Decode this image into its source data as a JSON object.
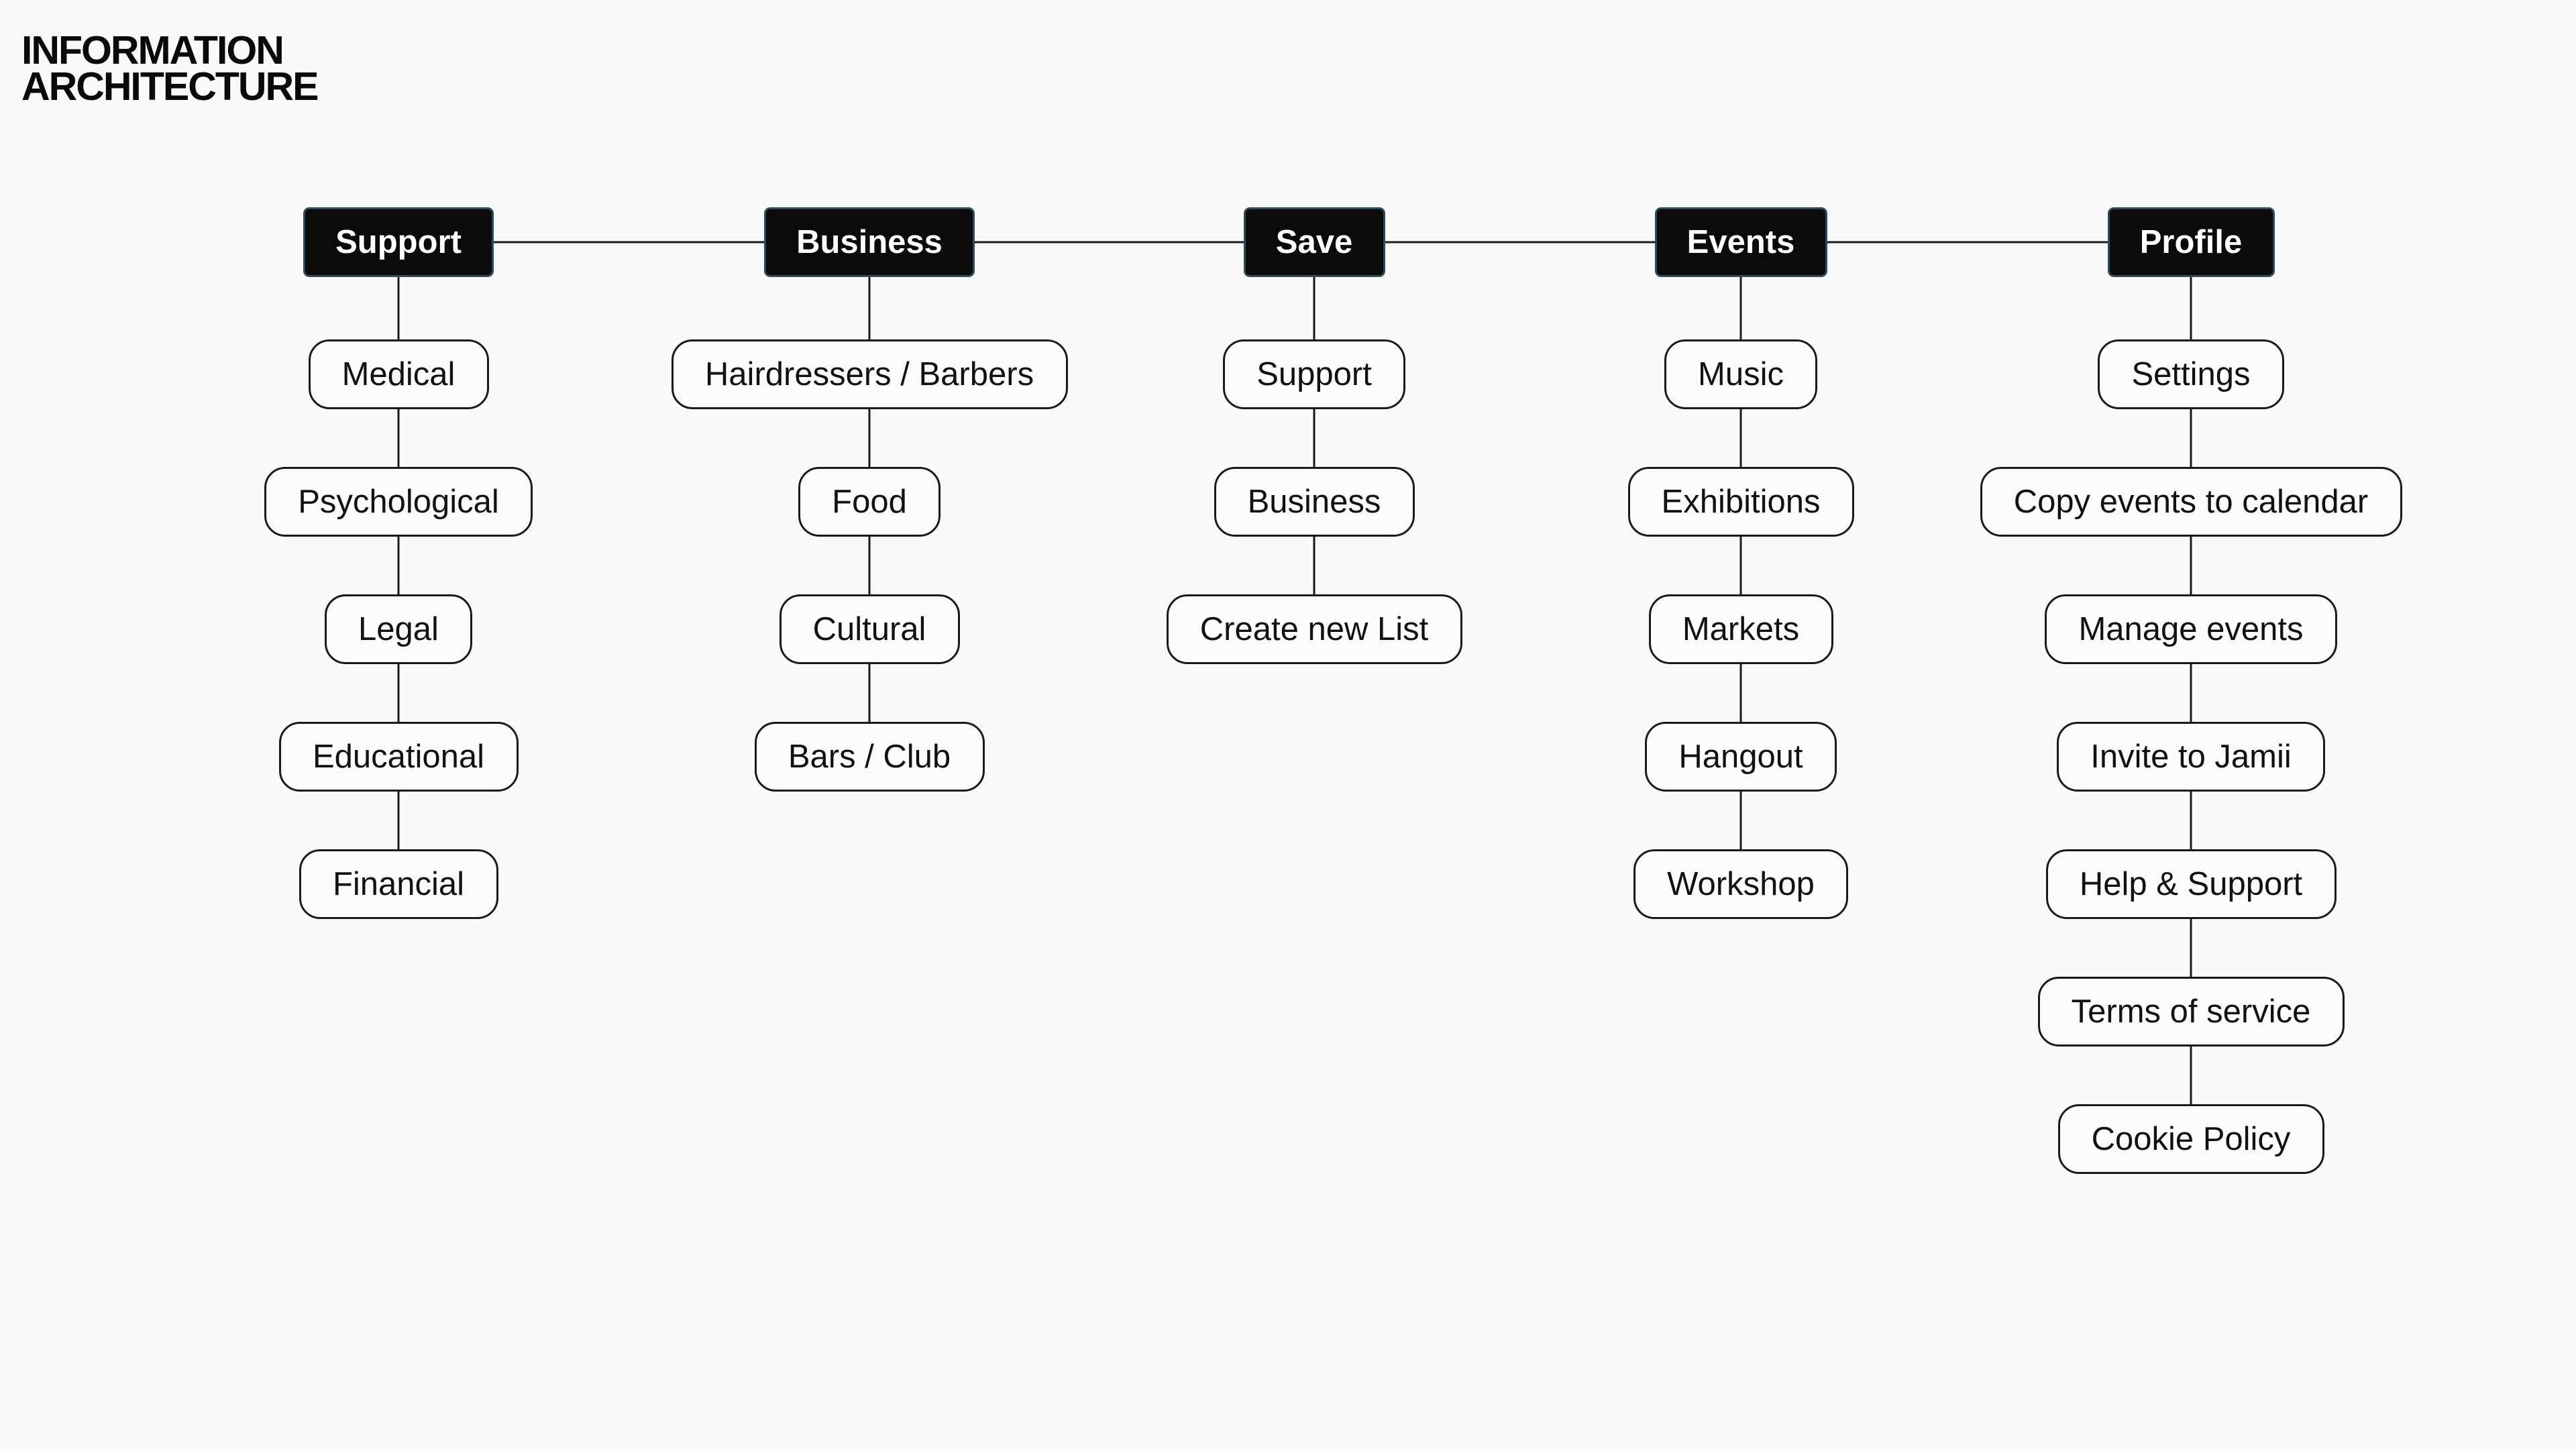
{
  "page": {
    "title_line1": "INFORMATION",
    "title_line2": "ARCHITECTURE"
  },
  "colors": {
    "background": "#f9f9f9",
    "root_fill": "#0b0b0b",
    "root_text": "#ffffff",
    "root_border": "#2d4b5c",
    "child_fill": "#fbfbfb",
    "child_border": "#1a1a1a",
    "line": "#1a1a1a"
  },
  "tree": [
    {
      "key": "support",
      "label": "Support",
      "children": [
        {
          "key": "medical",
          "label": "Medical"
        },
        {
          "key": "psychological",
          "label": "Psychological"
        },
        {
          "key": "legal",
          "label": "Legal"
        },
        {
          "key": "educational",
          "label": "Educational"
        },
        {
          "key": "financial",
          "label": "Financial"
        }
      ]
    },
    {
      "key": "business",
      "label": "Business",
      "children": [
        {
          "key": "hairdressers-barbers",
          "label": "Hairdressers / Barbers"
        },
        {
          "key": "food",
          "label": "Food"
        },
        {
          "key": "cultural",
          "label": "Cultural"
        },
        {
          "key": "bars-club",
          "label": "Bars / Club"
        }
      ]
    },
    {
      "key": "save",
      "label": "Save",
      "children": [
        {
          "key": "support",
          "label": "Support"
        },
        {
          "key": "business",
          "label": "Business"
        },
        {
          "key": "create-new-list",
          "label": "Create new List"
        }
      ]
    },
    {
      "key": "events",
      "label": "Events",
      "children": [
        {
          "key": "music",
          "label": "Music"
        },
        {
          "key": "exhibitions",
          "label": "Exhibitions"
        },
        {
          "key": "markets",
          "label": "Markets"
        },
        {
          "key": "hangout",
          "label": "Hangout"
        },
        {
          "key": "workshop",
          "label": "Workshop"
        }
      ]
    },
    {
      "key": "profile",
      "label": "Profile",
      "children": [
        {
          "key": "settings",
          "label": "Settings"
        },
        {
          "key": "copy-events-to-calendar",
          "label": "Copy events to calendar"
        },
        {
          "key": "manage-events",
          "label": "Manage events"
        },
        {
          "key": "invite-to-jamii",
          "label": "Invite to Jamii"
        },
        {
          "key": "help-support",
          "label": "Help & Support"
        },
        {
          "key": "terms-of-service",
          "label": "Terms of service"
        },
        {
          "key": "cookie-policy",
          "label": "Cookie Policy"
        }
      ]
    }
  ]
}
